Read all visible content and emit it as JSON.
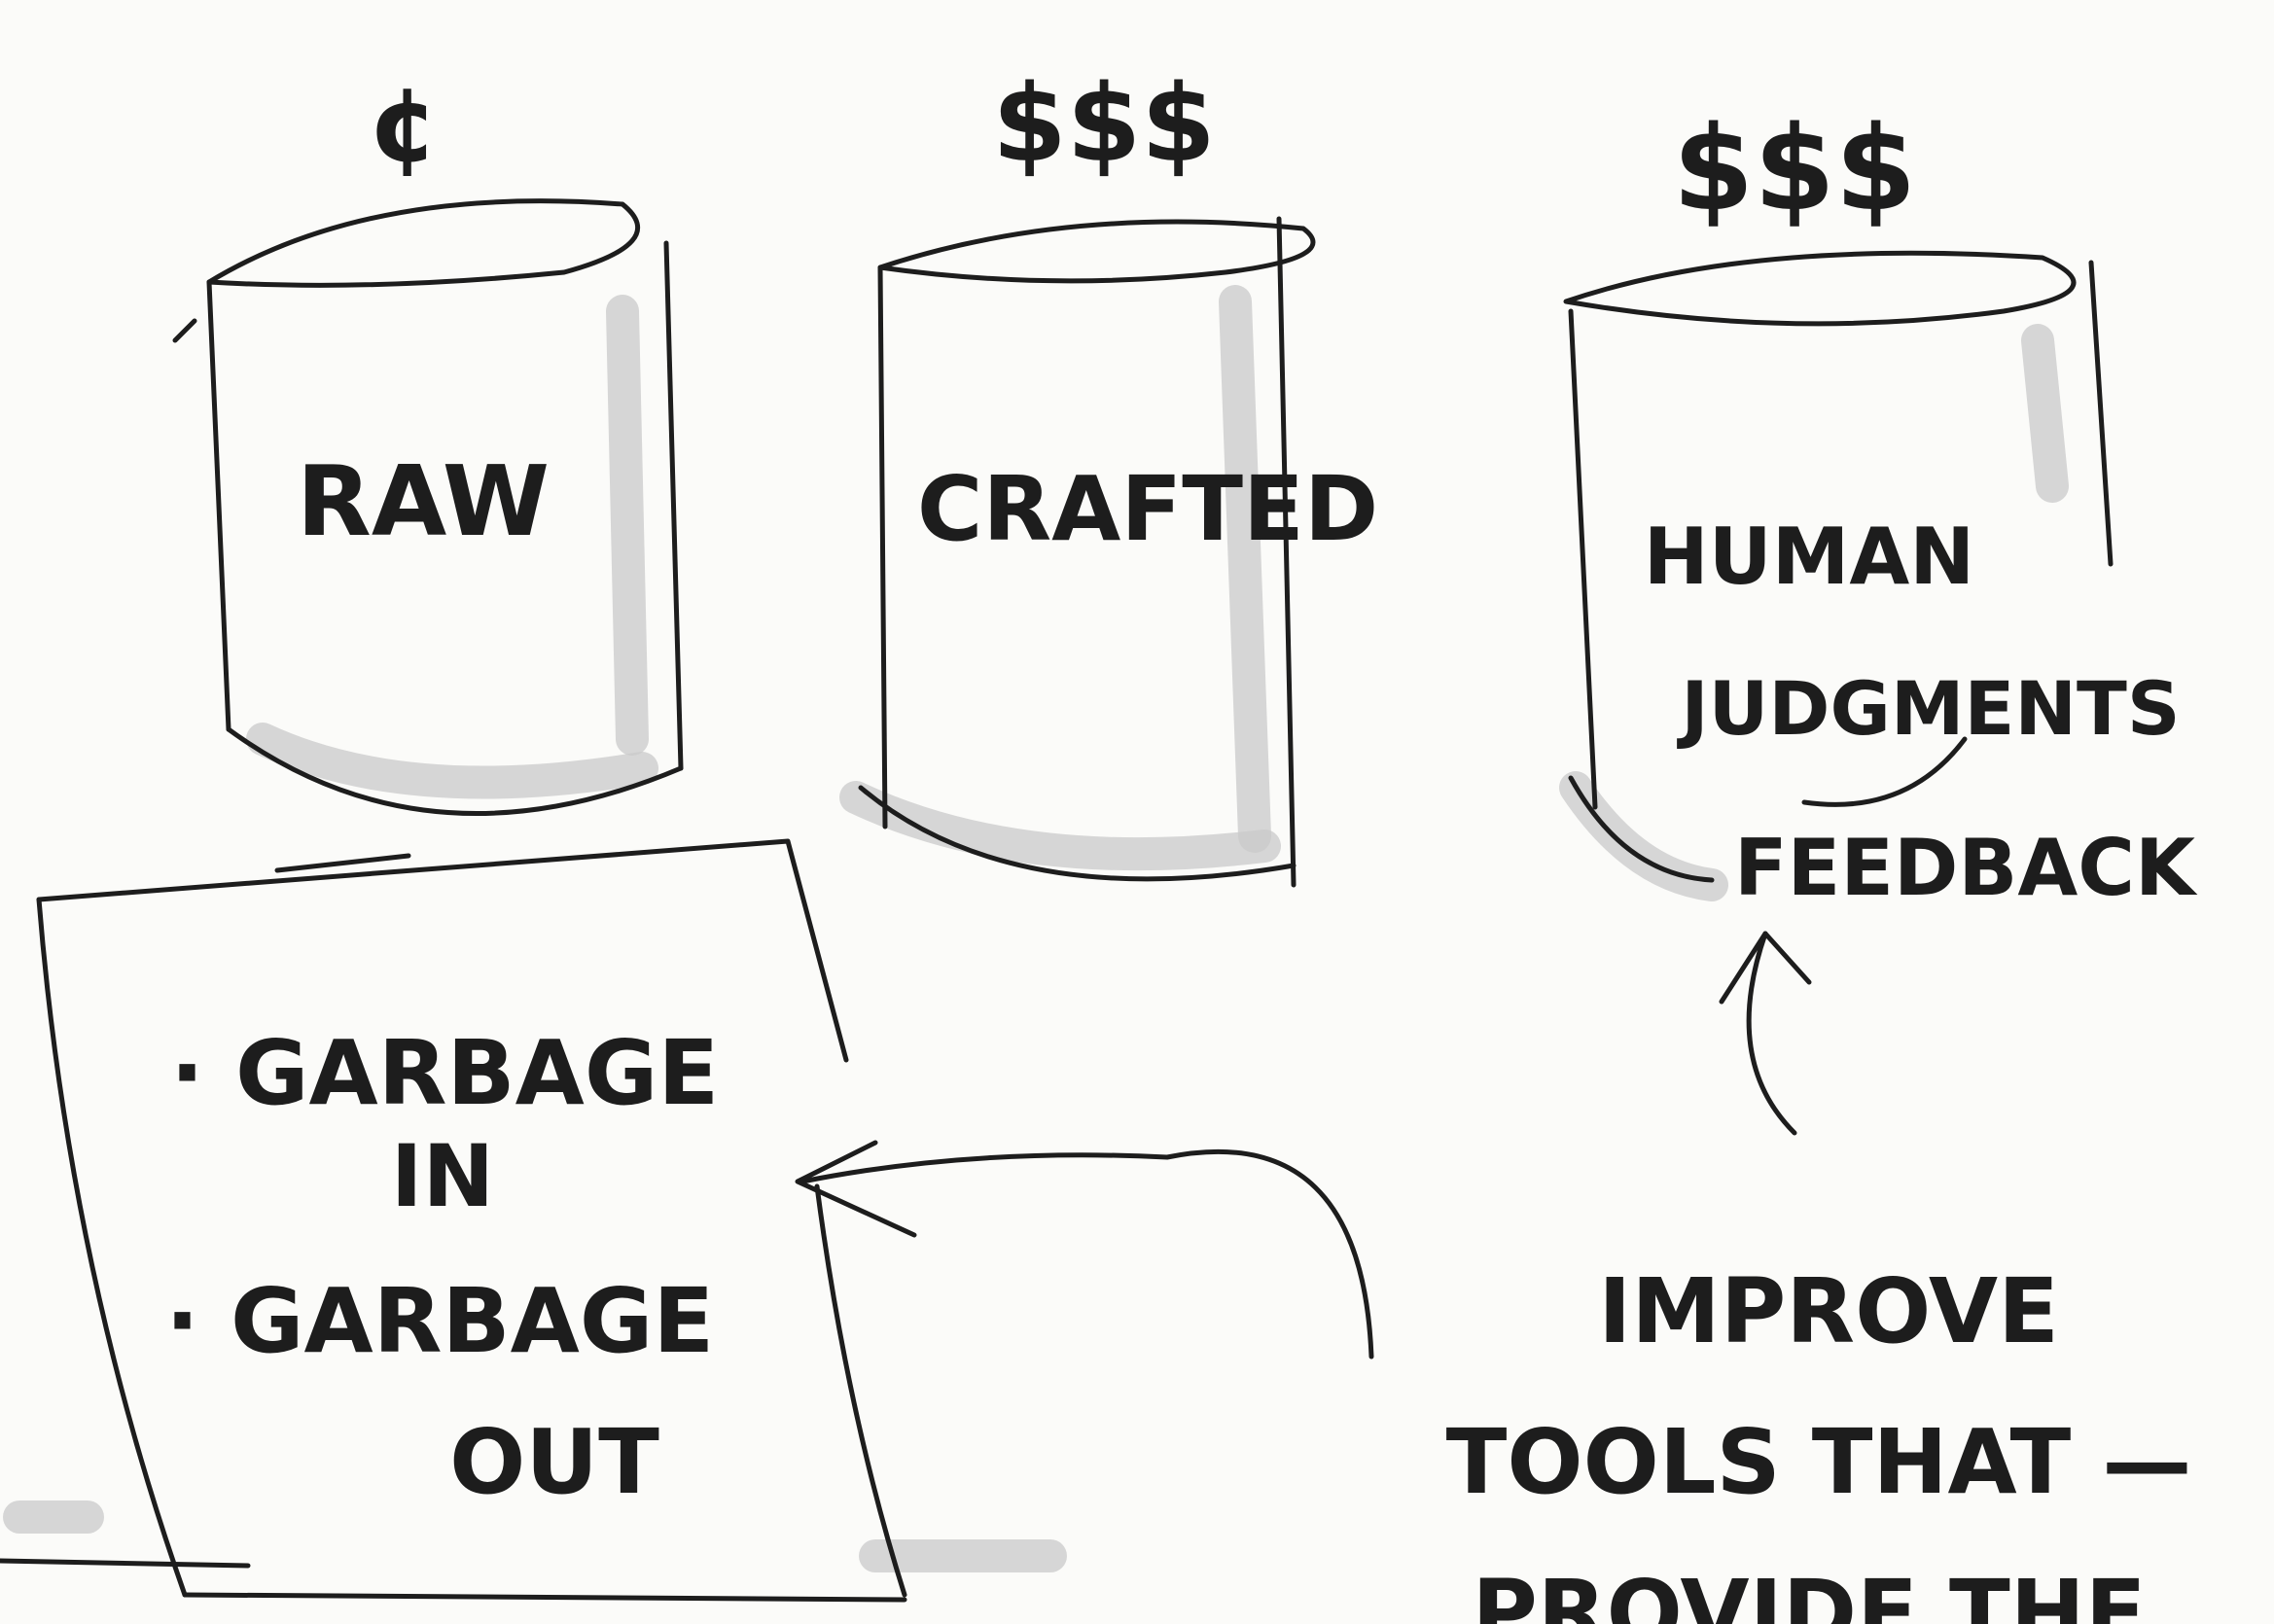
{
  "bins": [
    {
      "price": "¢",
      "label": "RAW"
    },
    {
      "price": "$$$",
      "label": "CRAFTED"
    },
    {
      "price": "$$$",
      "label_lines": [
        "HUMAN",
        "JUDGMENTS",
        "FEEDBACK"
      ]
    }
  ],
  "note": {
    "lines": [
      "· GARBAGE",
      "IN",
      "· GARBAGE",
      "OUT"
    ]
  },
  "improve": {
    "lines": [
      "IMPROVE",
      "TOOLS THAT —",
      "PROVIDE THE"
    ]
  }
}
